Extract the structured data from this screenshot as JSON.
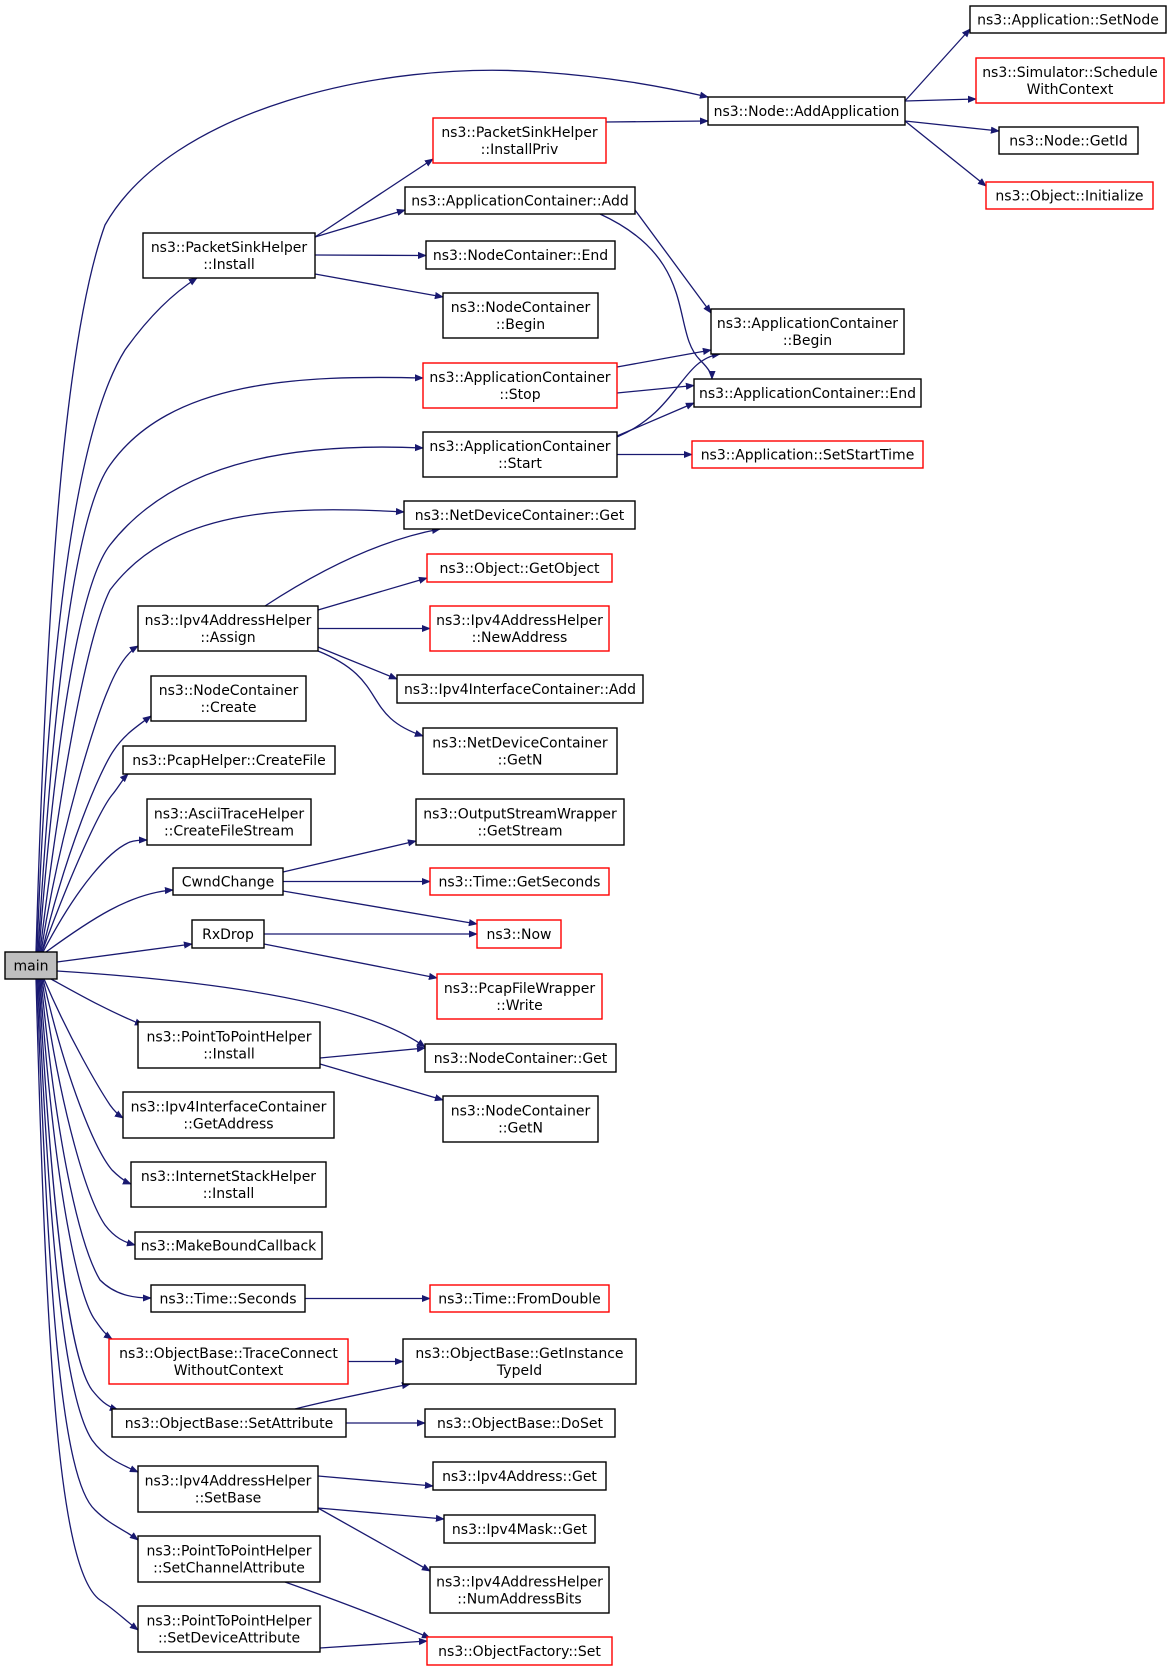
{
  "graph": {
    "nodes": [
      {
        "id": "main",
        "lines": [
          "main"
        ],
        "style": "root"
      },
      {
        "id": "pshi",
        "lines": [
          "ns3::PacketSinkHelper",
          "::Install"
        ],
        "style": "black"
      },
      {
        "id": "pship",
        "lines": [
          "ns3::PacketSinkHelper",
          "::InstallPriv"
        ],
        "style": "red"
      },
      {
        "id": "node_addapp",
        "lines": [
          "ns3::Node::AddApplication"
        ],
        "style": "black"
      },
      {
        "id": "app_setnode",
        "lines": [
          "ns3::Application::SetNode"
        ],
        "style": "black"
      },
      {
        "id": "sim_sched",
        "lines": [
          "ns3::Simulator::Schedule",
          "WithContext"
        ],
        "style": "red"
      },
      {
        "id": "node_getid",
        "lines": [
          "ns3::Node::GetId"
        ],
        "style": "black"
      },
      {
        "id": "obj_init",
        "lines": [
          "ns3::Object::Initialize"
        ],
        "style": "red"
      },
      {
        "id": "ac_add",
        "lines": [
          "ns3::ApplicationContainer::Add"
        ],
        "style": "black"
      },
      {
        "id": "nc_end",
        "lines": [
          "ns3::NodeContainer::End"
        ],
        "style": "black"
      },
      {
        "id": "nc_begin",
        "lines": [
          "ns3::NodeContainer",
          "::Begin"
        ],
        "style": "black"
      },
      {
        "id": "ac_begin",
        "lines": [
          "ns3::ApplicationContainer",
          "::Begin"
        ],
        "style": "black"
      },
      {
        "id": "ac_stop",
        "lines": [
          "ns3::ApplicationContainer",
          "::Stop"
        ],
        "style": "red"
      },
      {
        "id": "ac_end",
        "lines": [
          "ns3::ApplicationContainer::End"
        ],
        "style": "black"
      },
      {
        "id": "ac_start",
        "lines": [
          "ns3::ApplicationContainer",
          "::Start"
        ],
        "style": "black"
      },
      {
        "id": "app_setstart",
        "lines": [
          "ns3::Application::SetStartTime"
        ],
        "style": "red"
      },
      {
        "id": "ndc_get",
        "lines": [
          "ns3::NetDeviceContainer::Get"
        ],
        "style": "black"
      },
      {
        "id": "obj_getobj",
        "lines": [
          "ns3::Object::GetObject"
        ],
        "style": "red"
      },
      {
        "id": "ipv4ah_assign",
        "lines": [
          "ns3::Ipv4AddressHelper",
          "::Assign"
        ],
        "style": "black"
      },
      {
        "id": "ipv4ah_newaddr",
        "lines": [
          "ns3::Ipv4AddressHelper",
          "::NewAddress"
        ],
        "style": "red"
      },
      {
        "id": "ipv4ic_add",
        "lines": [
          "ns3::Ipv4InterfaceContainer::Add"
        ],
        "style": "black"
      },
      {
        "id": "ndc_getn",
        "lines": [
          "ns3::NetDeviceContainer",
          "::GetN"
        ],
        "style": "black"
      },
      {
        "id": "nc_create",
        "lines": [
          "ns3::NodeContainer",
          "::Create"
        ],
        "style": "black"
      },
      {
        "id": "pcap_create",
        "lines": [
          "ns3::PcapHelper::CreateFile"
        ],
        "style": "black"
      },
      {
        "id": "ascii_create",
        "lines": [
          "ns3::AsciiTraceHelper",
          "::CreateFileStream"
        ],
        "style": "black"
      },
      {
        "id": "osw_get",
        "lines": [
          "ns3::OutputStreamWrapper",
          "::GetStream"
        ],
        "style": "black"
      },
      {
        "id": "cwnd",
        "lines": [
          "CwndChange"
        ],
        "style": "black"
      },
      {
        "id": "time_getsec",
        "lines": [
          "ns3::Time::GetSeconds"
        ],
        "style": "red"
      },
      {
        "id": "rxdrop",
        "lines": [
          "RxDrop"
        ],
        "style": "black"
      },
      {
        "id": "now",
        "lines": [
          "ns3::Now"
        ],
        "style": "red"
      },
      {
        "id": "pfw_write",
        "lines": [
          "ns3::PcapFileWrapper",
          "::Write"
        ],
        "style": "red"
      },
      {
        "id": "p2p_install",
        "lines": [
          "ns3::PointToPointHelper",
          "::Install"
        ],
        "style": "black"
      },
      {
        "id": "nc_get",
        "lines": [
          "ns3::NodeContainer::Get"
        ],
        "style": "black"
      },
      {
        "id": "nc_getn",
        "lines": [
          "ns3::NodeContainer",
          "::GetN"
        ],
        "style": "black"
      },
      {
        "id": "ipv4ic_getaddr",
        "lines": [
          "ns3::Ipv4InterfaceContainer",
          "::GetAddress"
        ],
        "style": "black"
      },
      {
        "id": "ish_install",
        "lines": [
          "ns3::InternetStackHelper",
          "::Install"
        ],
        "style": "black"
      },
      {
        "id": "mbc",
        "lines": [
          "ns3::MakeBoundCallback"
        ],
        "style": "black"
      },
      {
        "id": "time_seconds",
        "lines": [
          "ns3::Time::Seconds"
        ],
        "style": "black"
      },
      {
        "id": "time_fromdouble",
        "lines": [
          "ns3::Time::FromDouble"
        ],
        "style": "red"
      },
      {
        "id": "ob_traceconn",
        "lines": [
          "ns3::ObjectBase::TraceConnect",
          "WithoutContext"
        ],
        "style": "red"
      },
      {
        "id": "ob_getinst",
        "lines": [
          "ns3::ObjectBase::GetInstance",
          "TypeId"
        ],
        "style": "black"
      },
      {
        "id": "ob_setattr",
        "lines": [
          "ns3::ObjectBase::SetAttribute"
        ],
        "style": "black"
      },
      {
        "id": "ob_doset",
        "lines": [
          "ns3::ObjectBase::DoSet"
        ],
        "style": "black"
      },
      {
        "id": "ipv4ah_setbase",
        "lines": [
          "ns3::Ipv4AddressHelper",
          "::SetBase"
        ],
        "style": "black"
      },
      {
        "id": "ipv4a_get",
        "lines": [
          "ns3::Ipv4Address::Get"
        ],
        "style": "black"
      },
      {
        "id": "ipv4m_get",
        "lines": [
          "ns3::Ipv4Mask::Get"
        ],
        "style": "black"
      },
      {
        "id": "ipv4ah_numbits",
        "lines": [
          "ns3::Ipv4AddressHelper",
          "::NumAddressBits"
        ],
        "style": "black"
      },
      {
        "id": "p2p_setchan",
        "lines": [
          "ns3::PointToPointHelper",
          "::SetChannelAttribute"
        ],
        "style": "black"
      },
      {
        "id": "p2p_setdev",
        "lines": [
          "ns3::PointToPointHelper",
          "::SetDeviceAttribute"
        ],
        "style": "black"
      },
      {
        "id": "of_set",
        "lines": [
          "ns3::ObjectFactory::Set"
        ],
        "style": "red"
      }
    ],
    "edges": [
      [
        "main",
        "node_addapp"
      ],
      [
        "main",
        "pshi"
      ],
      [
        "main",
        "ac_stop"
      ],
      [
        "main",
        "ac_start"
      ],
      [
        "main",
        "ndc_get"
      ],
      [
        "main",
        "ipv4ah_assign"
      ],
      [
        "main",
        "nc_create"
      ],
      [
        "main",
        "pcap_create"
      ],
      [
        "main",
        "ascii_create"
      ],
      [
        "main",
        "cwnd"
      ],
      [
        "main",
        "rxdrop"
      ],
      [
        "main",
        "nc_get"
      ],
      [
        "main",
        "p2p_install"
      ],
      [
        "main",
        "ipv4ic_getaddr"
      ],
      [
        "main",
        "ish_install"
      ],
      [
        "main",
        "mbc"
      ],
      [
        "main",
        "time_seconds"
      ],
      [
        "main",
        "ob_traceconn"
      ],
      [
        "main",
        "ob_setattr"
      ],
      [
        "main",
        "ipv4ah_setbase"
      ],
      [
        "main",
        "p2p_setchan"
      ],
      [
        "main",
        "p2p_setdev"
      ],
      [
        "pshi",
        "pship"
      ],
      [
        "pshi",
        "ac_add"
      ],
      [
        "pshi",
        "nc_end"
      ],
      [
        "pshi",
        "nc_begin"
      ],
      [
        "pship",
        "node_addapp"
      ],
      [
        "node_addapp",
        "app_setnode"
      ],
      [
        "node_addapp",
        "sim_sched"
      ],
      [
        "node_addapp",
        "node_getid"
      ],
      [
        "node_addapp",
        "obj_init"
      ],
      [
        "ac_add",
        "ac_begin"
      ],
      [
        "ac_add",
        "ac_end"
      ],
      [
        "ac_stop",
        "ac_begin"
      ],
      [
        "ac_stop",
        "ac_end"
      ],
      [
        "ac_start",
        "ac_begin"
      ],
      [
        "ac_start",
        "ac_end"
      ],
      [
        "ac_start",
        "app_setstart"
      ],
      [
        "ipv4ah_assign",
        "ndc_get"
      ],
      [
        "ipv4ah_assign",
        "obj_getobj"
      ],
      [
        "ipv4ah_assign",
        "ipv4ah_newaddr"
      ],
      [
        "ipv4ah_assign",
        "ipv4ic_add"
      ],
      [
        "ipv4ah_assign",
        "ndc_getn"
      ],
      [
        "cwnd",
        "osw_get"
      ],
      [
        "cwnd",
        "time_getsec"
      ],
      [
        "cwnd",
        "now"
      ],
      [
        "rxdrop",
        "now"
      ],
      [
        "rxdrop",
        "pfw_write"
      ],
      [
        "p2p_install",
        "nc_get"
      ],
      [
        "p2p_install",
        "nc_getn"
      ],
      [
        "time_seconds",
        "time_fromdouble"
      ],
      [
        "ob_traceconn",
        "ob_getinst"
      ],
      [
        "ob_setattr",
        "ob_getinst"
      ],
      [
        "ob_setattr",
        "ob_doset"
      ],
      [
        "ipv4ah_setbase",
        "ipv4a_get"
      ],
      [
        "ipv4ah_setbase",
        "ipv4m_get"
      ],
      [
        "ipv4ah_setbase",
        "ipv4ah_numbits"
      ],
      [
        "p2p_setchan",
        "of_set"
      ],
      [
        "p2p_setdev",
        "of_set"
      ]
    ]
  }
}
